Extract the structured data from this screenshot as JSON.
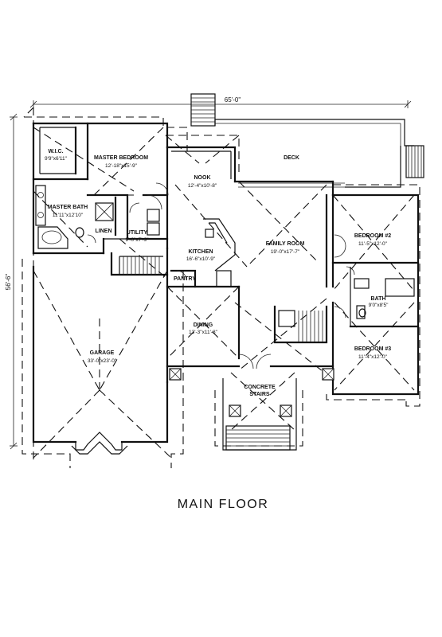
{
  "title": "MAIN FLOOR",
  "overall": {
    "width": "65'-0\"",
    "depth": "56'-6\""
  },
  "rooms": {
    "wic": {
      "name": "W.I.C.",
      "size": "9'9\"x6'11\""
    },
    "master_bedroom": {
      "name": "MASTER BEDROOM",
      "size": "12'-18\"x15'-9\""
    },
    "master_bath": {
      "name": "MASTER BATH",
      "size": "11'11\"x12'10\""
    },
    "linen": {
      "name": "LINEN",
      "size": ""
    },
    "utility": {
      "name": "UTILITY",
      "size": "9'-0\"x7'-9\""
    },
    "nook": {
      "name": "NOOK",
      "size": "12'-4\"x10'-8\""
    },
    "deck": {
      "name": "DECK",
      "size": ""
    },
    "kitchen": {
      "name": "KITCHEN",
      "size": "16'-6\"x10'-9\""
    },
    "pantry": {
      "name": "PANTRY",
      "size": ""
    },
    "family_room": {
      "name": "FAMILY ROOM",
      "size": "19'-0\"x17'-7\""
    },
    "bedroom2": {
      "name": "BEDROOM #2",
      "size": "11'-5\"x12'-0\""
    },
    "bath": {
      "name": "BATH",
      "size": "9'0\"x8'5\""
    },
    "bedroom3": {
      "name": "BEDROOM #3",
      "size": "11'-4\"x12'-0\""
    },
    "dining": {
      "name": "DINING",
      "size": "13'-3\"x11'-8\""
    },
    "garage": {
      "name": "GARAGE",
      "size": "33'-0\"x23'-0\""
    },
    "stairs": {
      "name_line1": "CONCRETE",
      "name_line2": "STAIRS"
    }
  }
}
